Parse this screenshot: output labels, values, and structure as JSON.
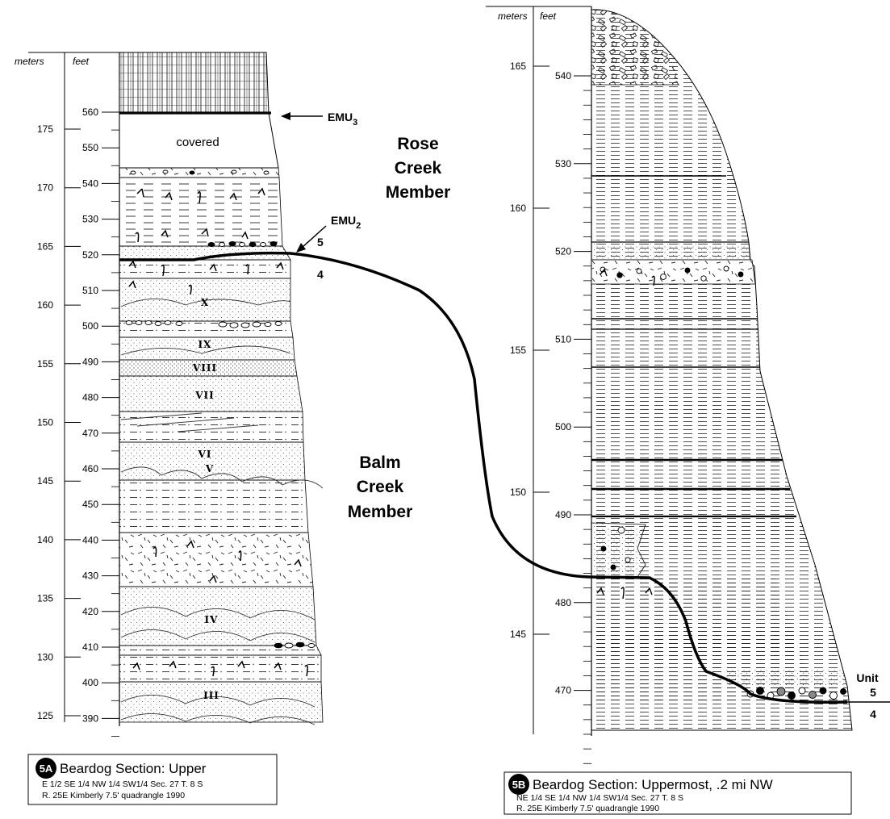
{
  "axes": {
    "meters_label": "meters",
    "feet_label": "feet"
  },
  "section_a": {
    "meters_ticks": [
      "175",
      "170",
      "165",
      "160",
      "155",
      "150",
      "145",
      "140",
      "135",
      "130",
      "125"
    ],
    "feet_ticks": [
      "560",
      "550",
      "540",
      "530",
      "520",
      "510",
      "500",
      "490",
      "480",
      "470",
      "460",
      "450",
      "440",
      "430",
      "420",
      "410",
      "400",
      "390"
    ],
    "covered_label": "covered",
    "unit_numerals": [
      "X",
      "IX",
      "VIII",
      "VII",
      "VI",
      "V",
      "IV",
      "III"
    ],
    "emu3": {
      "base": "EMU",
      "sub": "3"
    },
    "emu2": {
      "base": "EMU",
      "sub": "2"
    },
    "unit_above": "5",
    "unit_below": "4",
    "caption": {
      "badge": "5A",
      "title": "Beardog Section: Upper",
      "line1": "E 1/2  SE 1/4  NW 1/4  SW1/4  Sec. 27  T. 8 S",
      "line2": "R. 25E  Kimberly 7.5' quadrangle  1990"
    }
  },
  "section_b": {
    "meters_ticks": [
      "165",
      "160",
      "155",
      "150",
      "145"
    ],
    "feet_ticks": [
      "540",
      "530",
      "520",
      "510",
      "500",
      "490",
      "480",
      "470"
    ],
    "unit_label": "Unit",
    "unit_above": "5",
    "unit_below": "4",
    "caption": {
      "badge": "5B",
      "title": "Beardog Section: Uppermost, .2 mi NW",
      "line1": "NE 1/4  SE 1/4  NW 1/4  SW1/4  Sec. 27  T. 8 S",
      "line2": "R. 25E  Kimberly 7.5' quadrangle  1990"
    }
  },
  "members": {
    "rose": [
      "Rose",
      "Creek",
      "Member"
    ],
    "balm": [
      "Balm",
      "Creek",
      "Member"
    ]
  }
}
